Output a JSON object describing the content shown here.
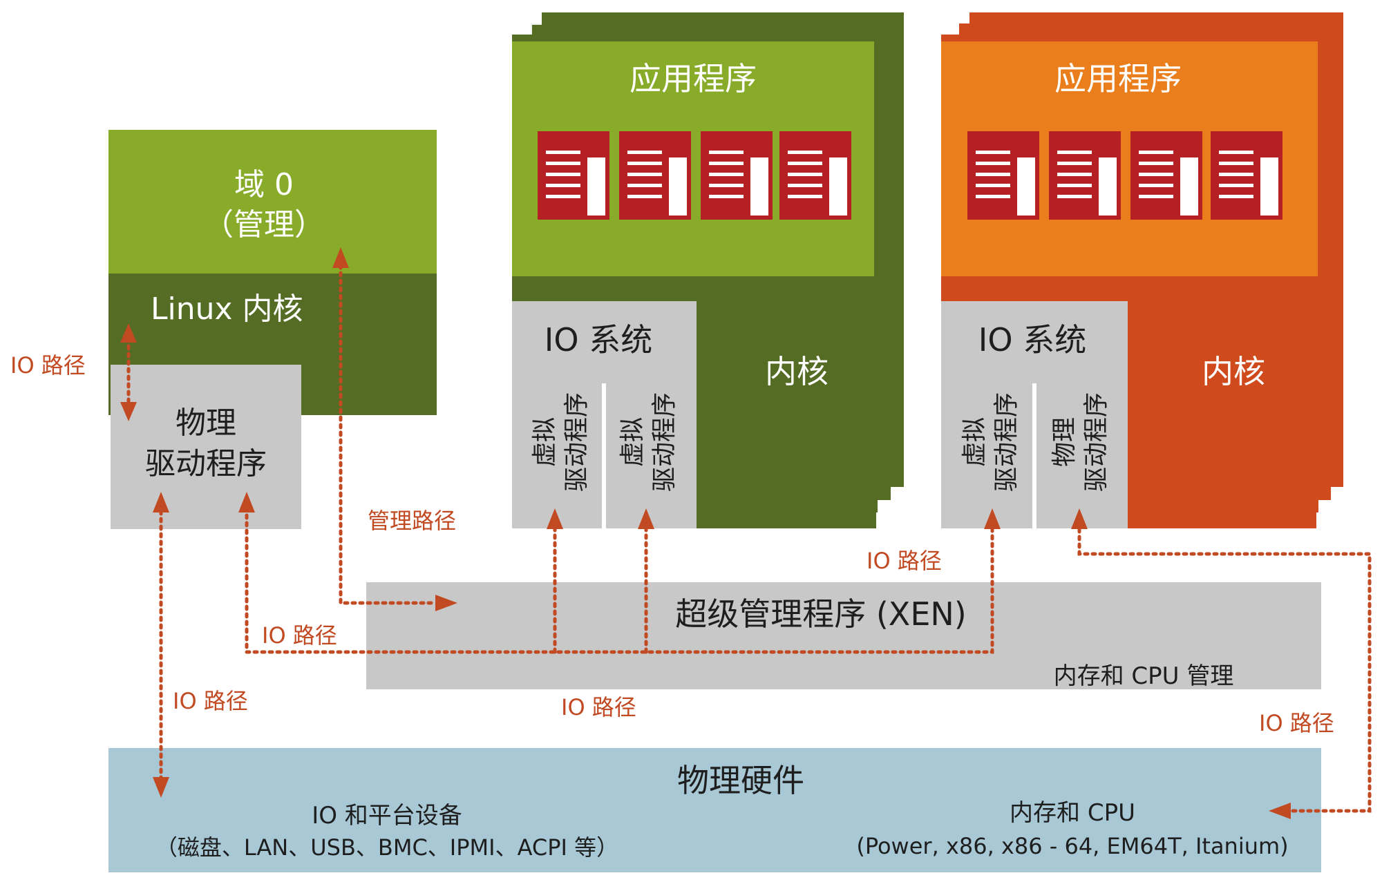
{
  "colors": {
    "green_light": "#88ab2a",
    "green_dark": "#546c24",
    "orange": "#ea7e1c",
    "red_orange": "#cf4a1c",
    "gray": "#c8c8c8",
    "hardware_blue": "#a8c8d6",
    "path_red": "#c24a22"
  },
  "dom0": {
    "title": "域 0",
    "subtitle": "（管理）",
    "kernel": "Linux 内核",
    "driver_line1": "物理",
    "driver_line2": "驱动程序"
  },
  "domu_green": {
    "app": "应用程序",
    "io_system": "IO 系统",
    "kernel": "内核",
    "driver_a_line1": "虚拟",
    "driver_a_line2": "驱动程序",
    "driver_b_line1": "虚拟",
    "driver_b_line2": "驱动程序"
  },
  "domu_orange": {
    "app": "应用程序",
    "io_system": "IO 系统",
    "kernel": "内核",
    "driver_a_line1": "虚拟",
    "driver_a_line2": "驱动程序",
    "driver_b_line1": "物理",
    "driver_b_line2": "驱动程序"
  },
  "hypervisor": {
    "title": "超级管理程序 (XEN)",
    "subtitle": "内存和 CPU 管理"
  },
  "hardware": {
    "title": "物理硬件",
    "io_title": "IO 和平台设备",
    "io_detail": "（磁盘、LAN、USB、BMC、IPMI、ACPI 等）",
    "cpu_title": "内存和 CPU",
    "cpu_detail": "(Power, x86, x86 - 64, EM64T, Itanium)"
  },
  "paths": {
    "io_left": "IO 路径",
    "management": "管理路径",
    "io_mid_upper": "IO 路径",
    "io_lower_left": "IO 路径",
    "io_lower_mid": "IO 路径",
    "io_right_upper": "IO 路径",
    "io_right_lower": "IO 路径"
  }
}
